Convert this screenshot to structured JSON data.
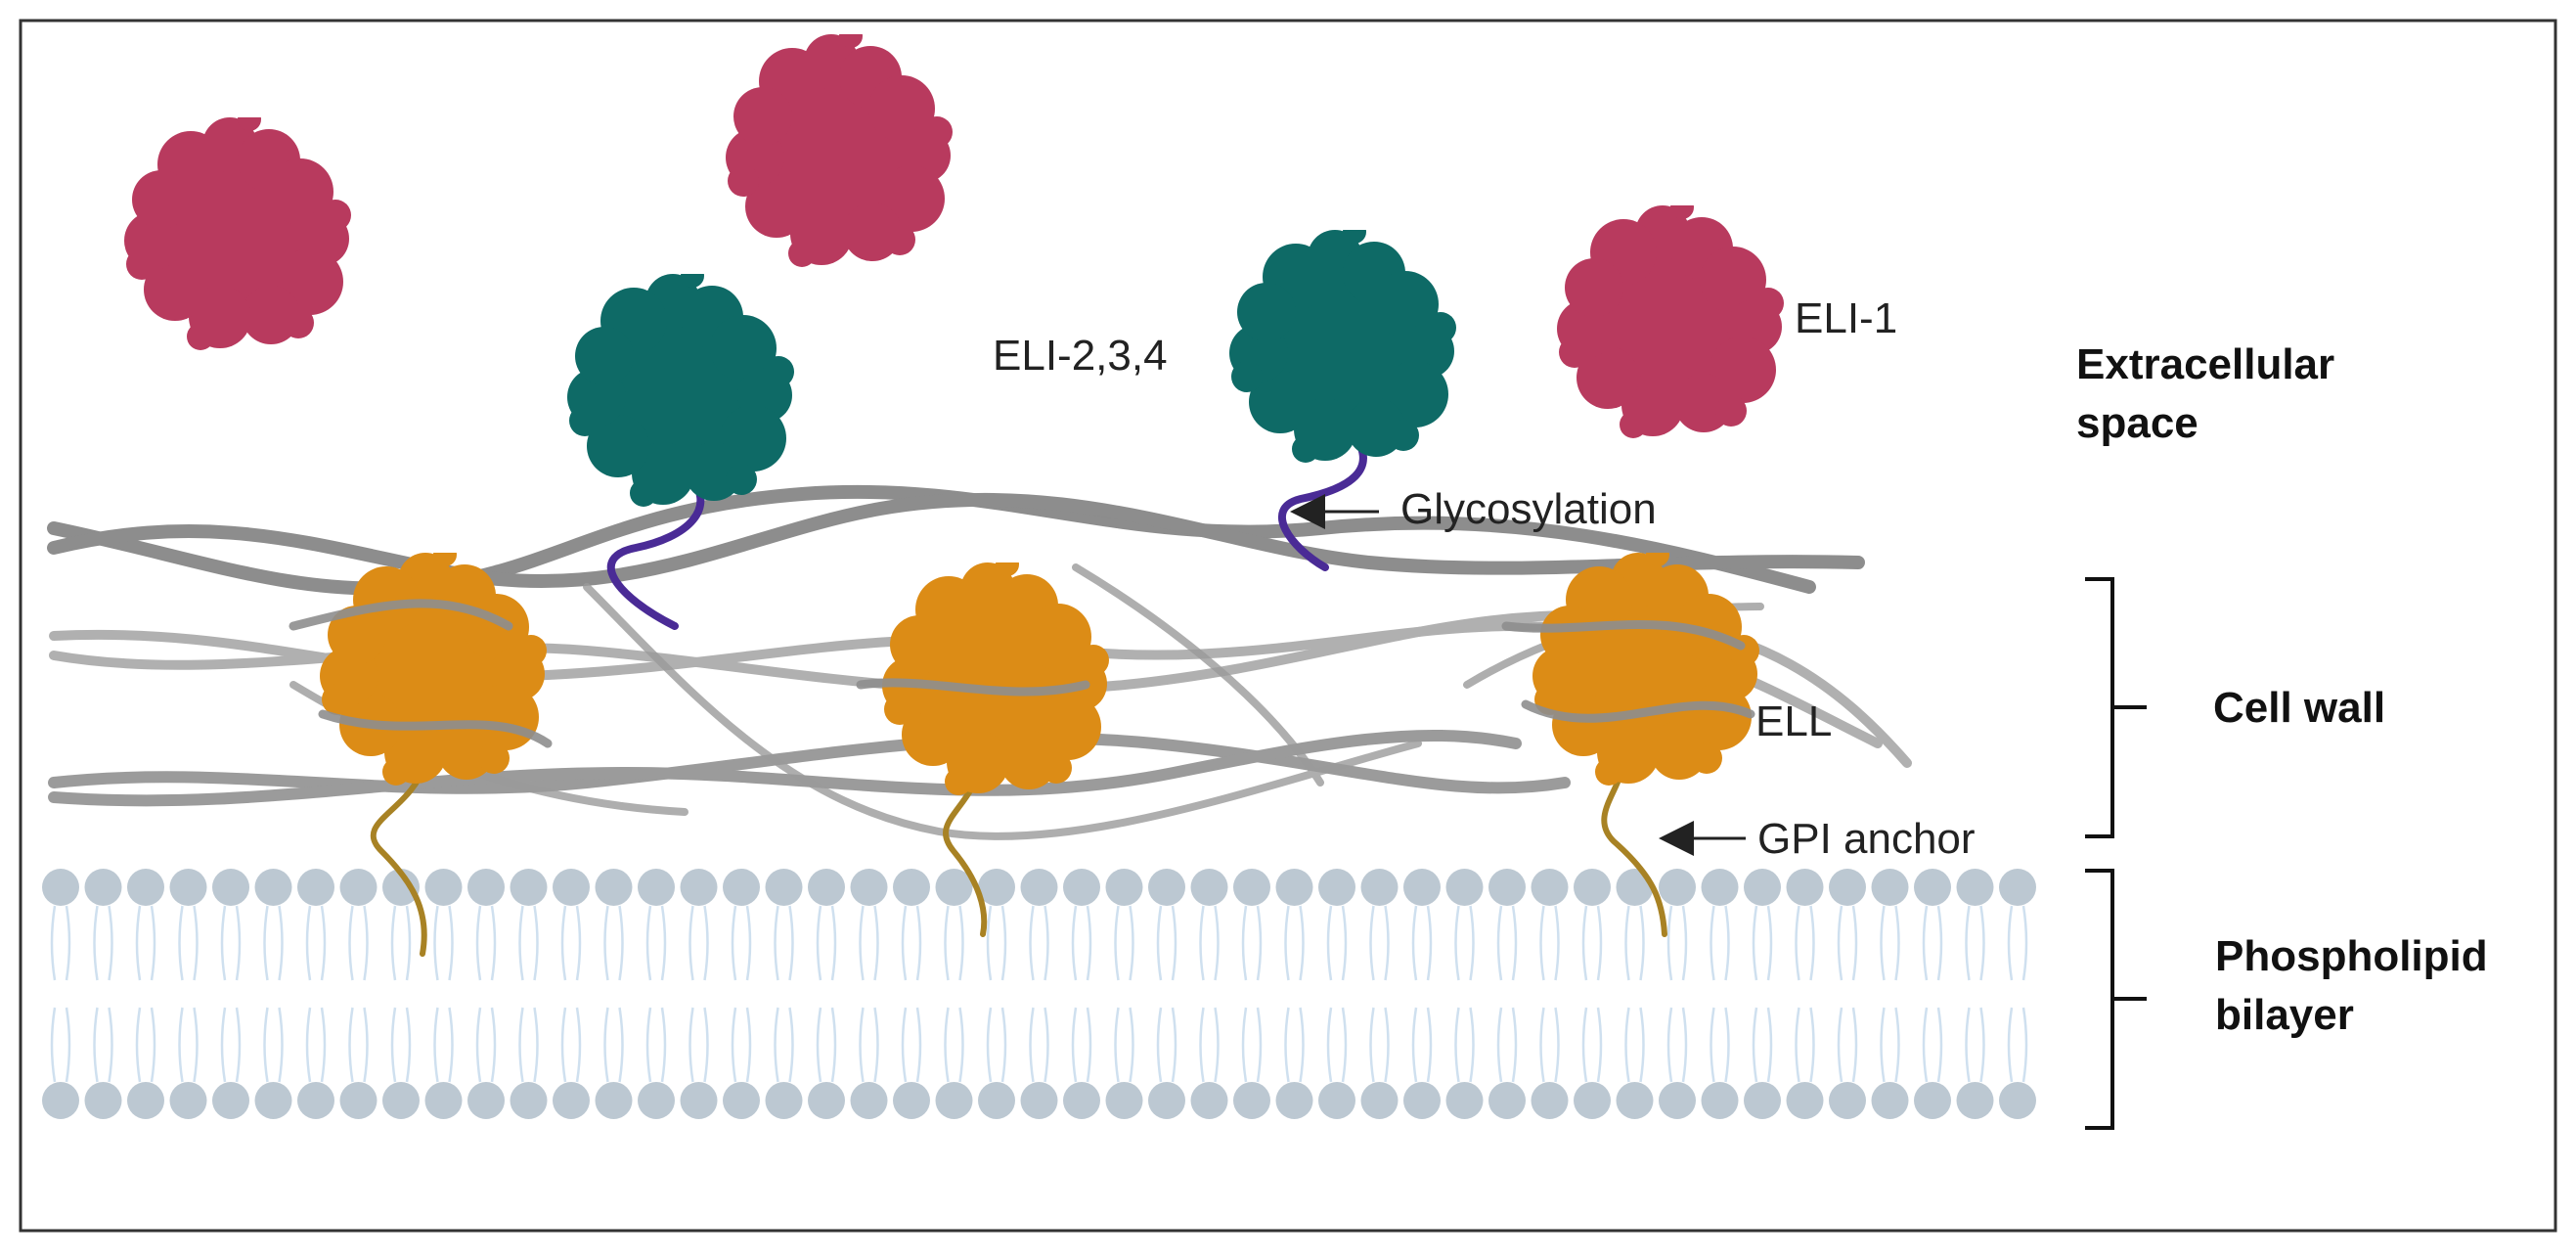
{
  "labels": {
    "eli_2_3_4": "ELI-2,3,4",
    "eli_1": "ELI-1",
    "glycosylation": "Glycosylation",
    "ell": "ELL",
    "gpi_anchor": "GPI anchor"
  },
  "regions": {
    "extracellular_line1": "Extracellular",
    "extracellular_line2": "space",
    "cell_wall": "Cell wall",
    "bilayer_line1": "Phospholipid",
    "bilayer_line2": "bilayer"
  },
  "colors": {
    "eli_1": "#b83a5e",
    "eli_2_3_4": "#0e6a66",
    "ell": "#dc8c16",
    "glycan": "#4a2b96",
    "gpi_anchor": "#a88224",
    "fiber": "#8e8e8e",
    "lipid_head": "#bcc8d2",
    "lipid_tail": "#cfe0ef",
    "frame": "#333333"
  },
  "icons": {
    "protein": "protein-blob-icon",
    "arrow": "arrow-left-icon",
    "bracket": "bracket-right-icon"
  }
}
